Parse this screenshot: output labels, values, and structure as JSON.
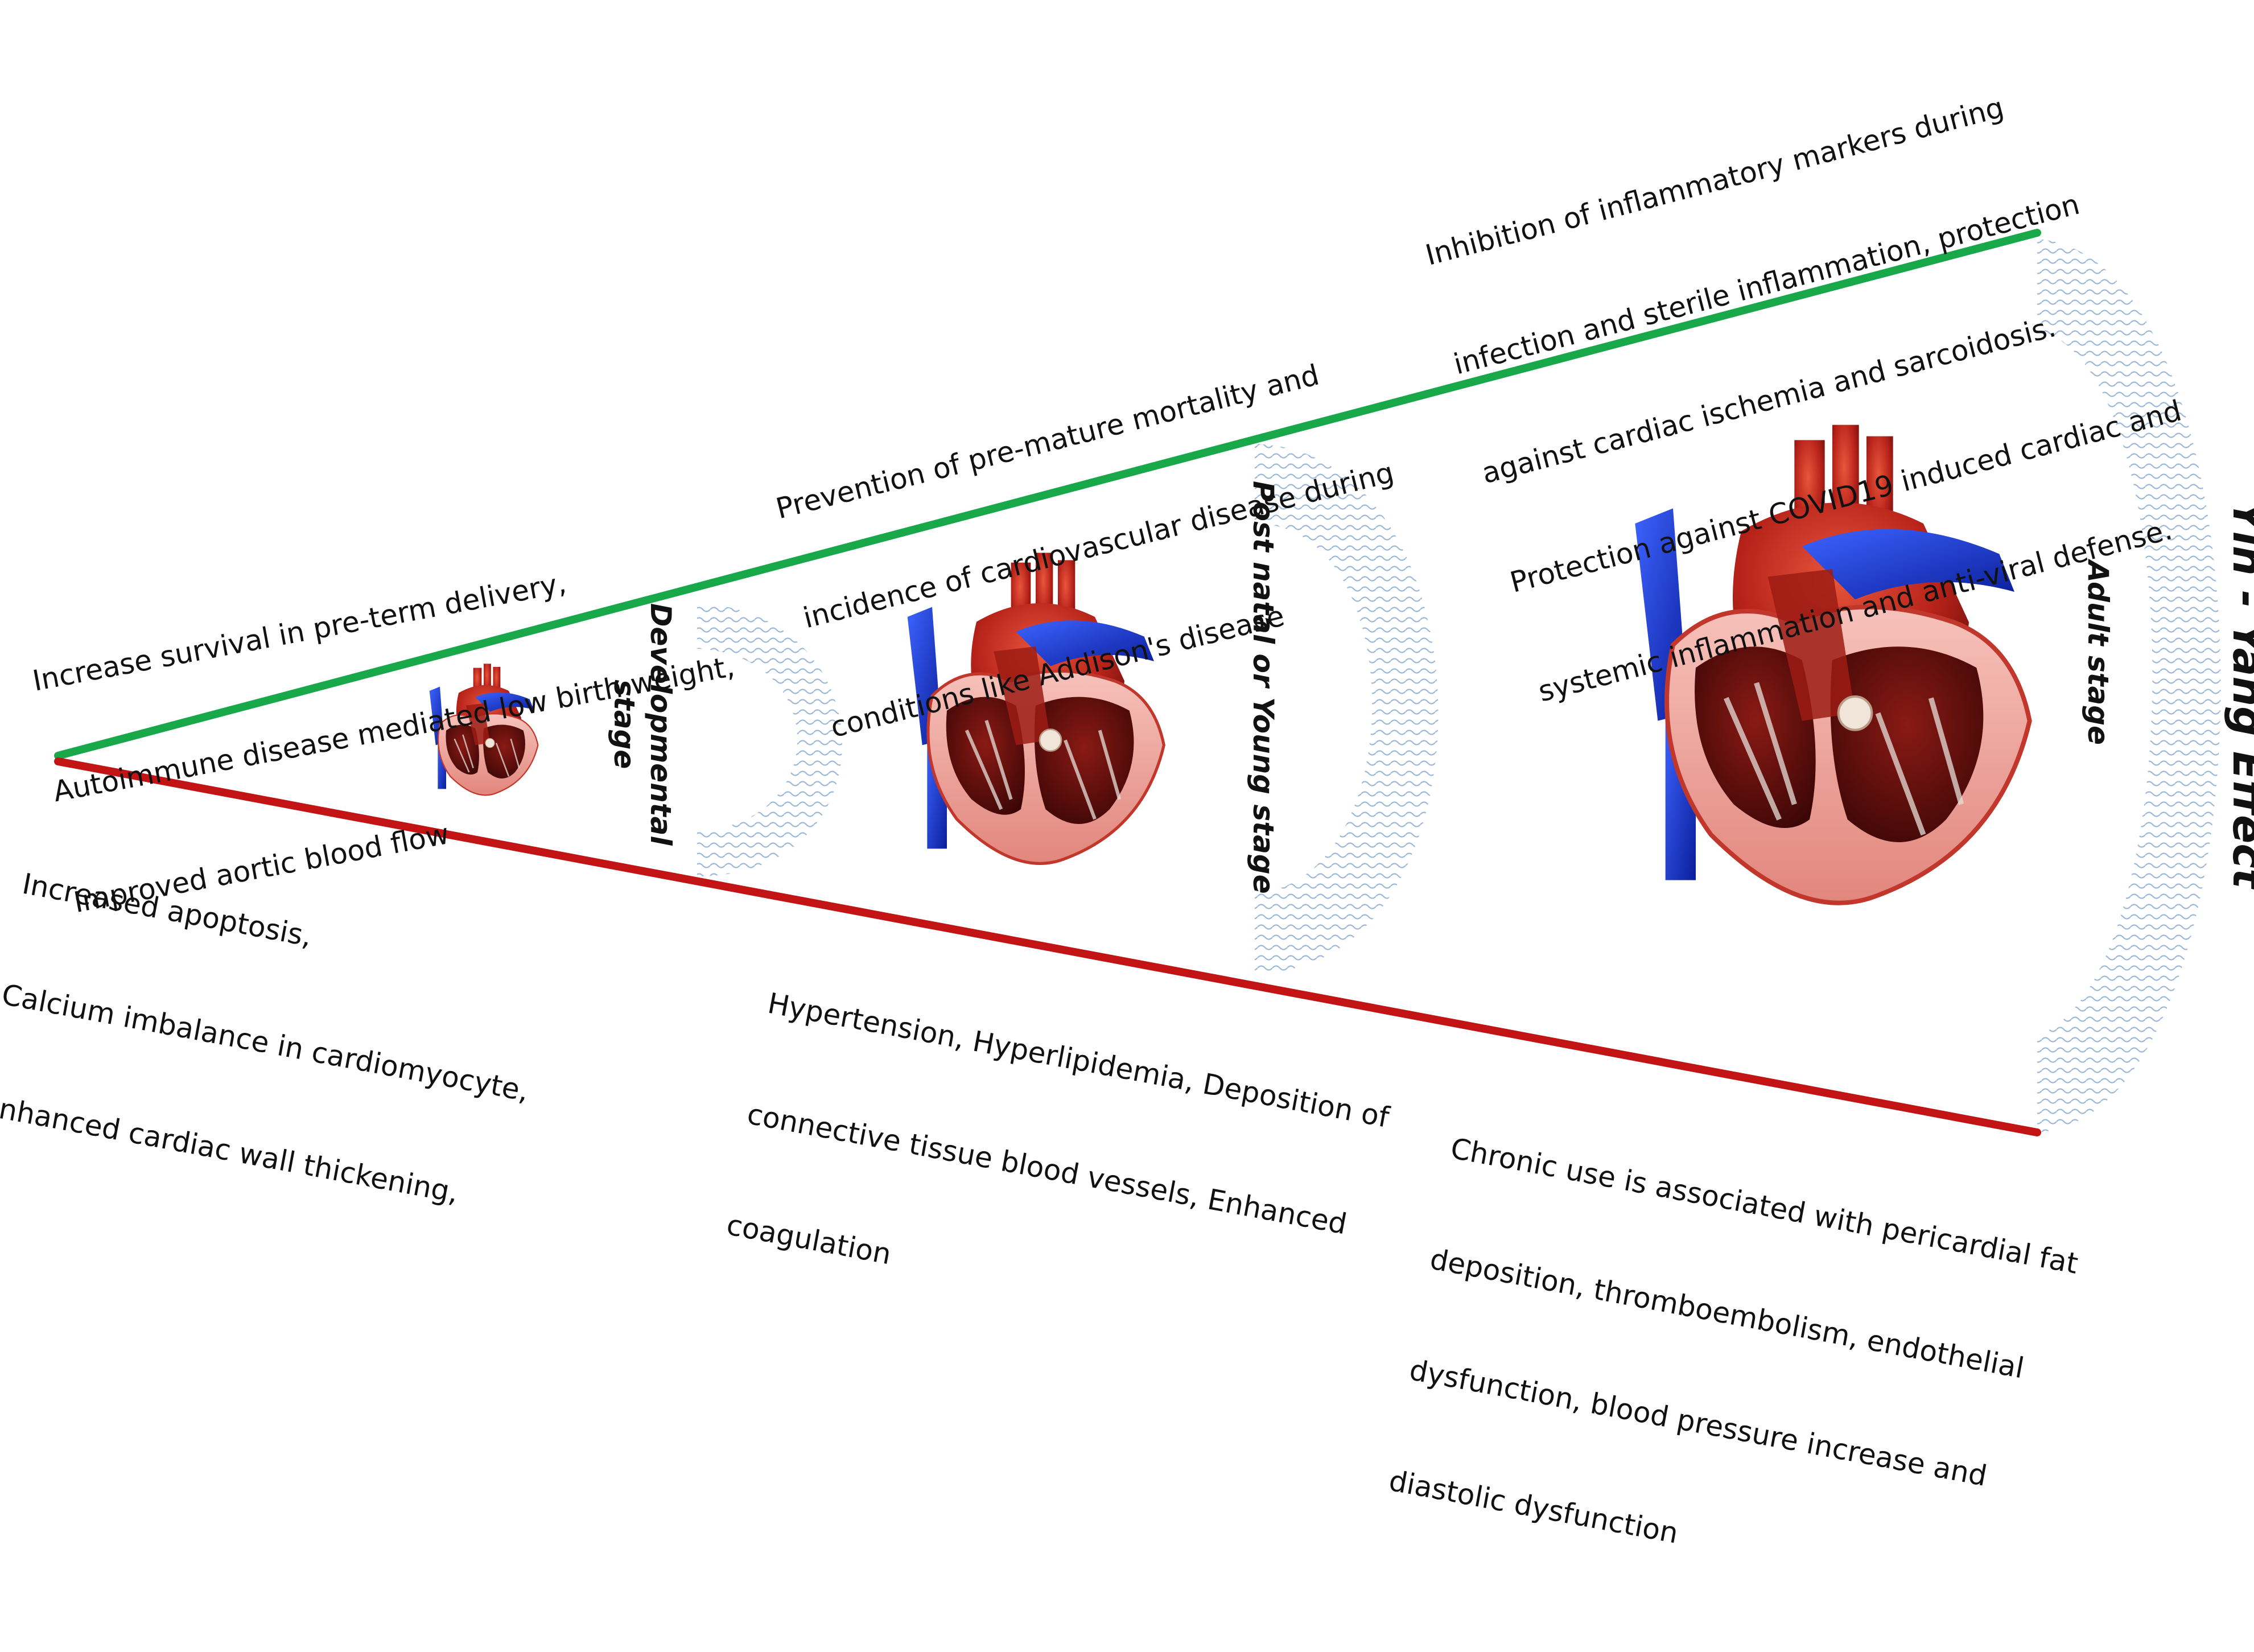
{
  "benefits": {
    "developmental": [
      "Increase survival in pre-term delivery,",
      "Autoimmune disease mediated low birth weight,",
      "Improved aortic blood flow"
    ],
    "young": [
      "Prevention of pre-mature mortality and",
      "incidence of cardiovascular disease during",
      "conditions like Addison's disease"
    ],
    "adult": [
      "Inhibition of inflammatory markers during",
      "infection and sterile inflammation, protection",
      "against cardiac ischemia and sarcoidosis.",
      "Protection against COVID19 induced cardiac and",
      "systemic inflammation and anti-viral defense."
    ]
  },
  "harms": {
    "developmental": [
      "Increased apoptosis,",
      "Calcium imbalance in cardiomyocyte,",
      "Enhanced cardiac wall thickening,"
    ],
    "young": [
      "Hypertension, Hyperlipidemia, Deposition of",
      "connective tissue blood vessels, Enhanced",
      "coagulation"
    ],
    "adult": [
      "Chronic use is associated with pericardial fat",
      "deposition, thromboembolism, endothelial",
      "dysfunction, blood pressure increase and",
      "diastolic dysfunction"
    ]
  },
  "stages": {
    "developmental": "Developmental\nstage",
    "young": "Post natal or Young stage",
    "adult": "Adult stage"
  },
  "effect_title": "Yin - Yang Effect",
  "colors": {
    "benefit_line": "#18a84a",
    "harm_line": "#c21414",
    "arc_hatch": "#9cb8d8",
    "heart_red": "#c8281c",
    "heart_blue": "#1a3fd6"
  }
}
